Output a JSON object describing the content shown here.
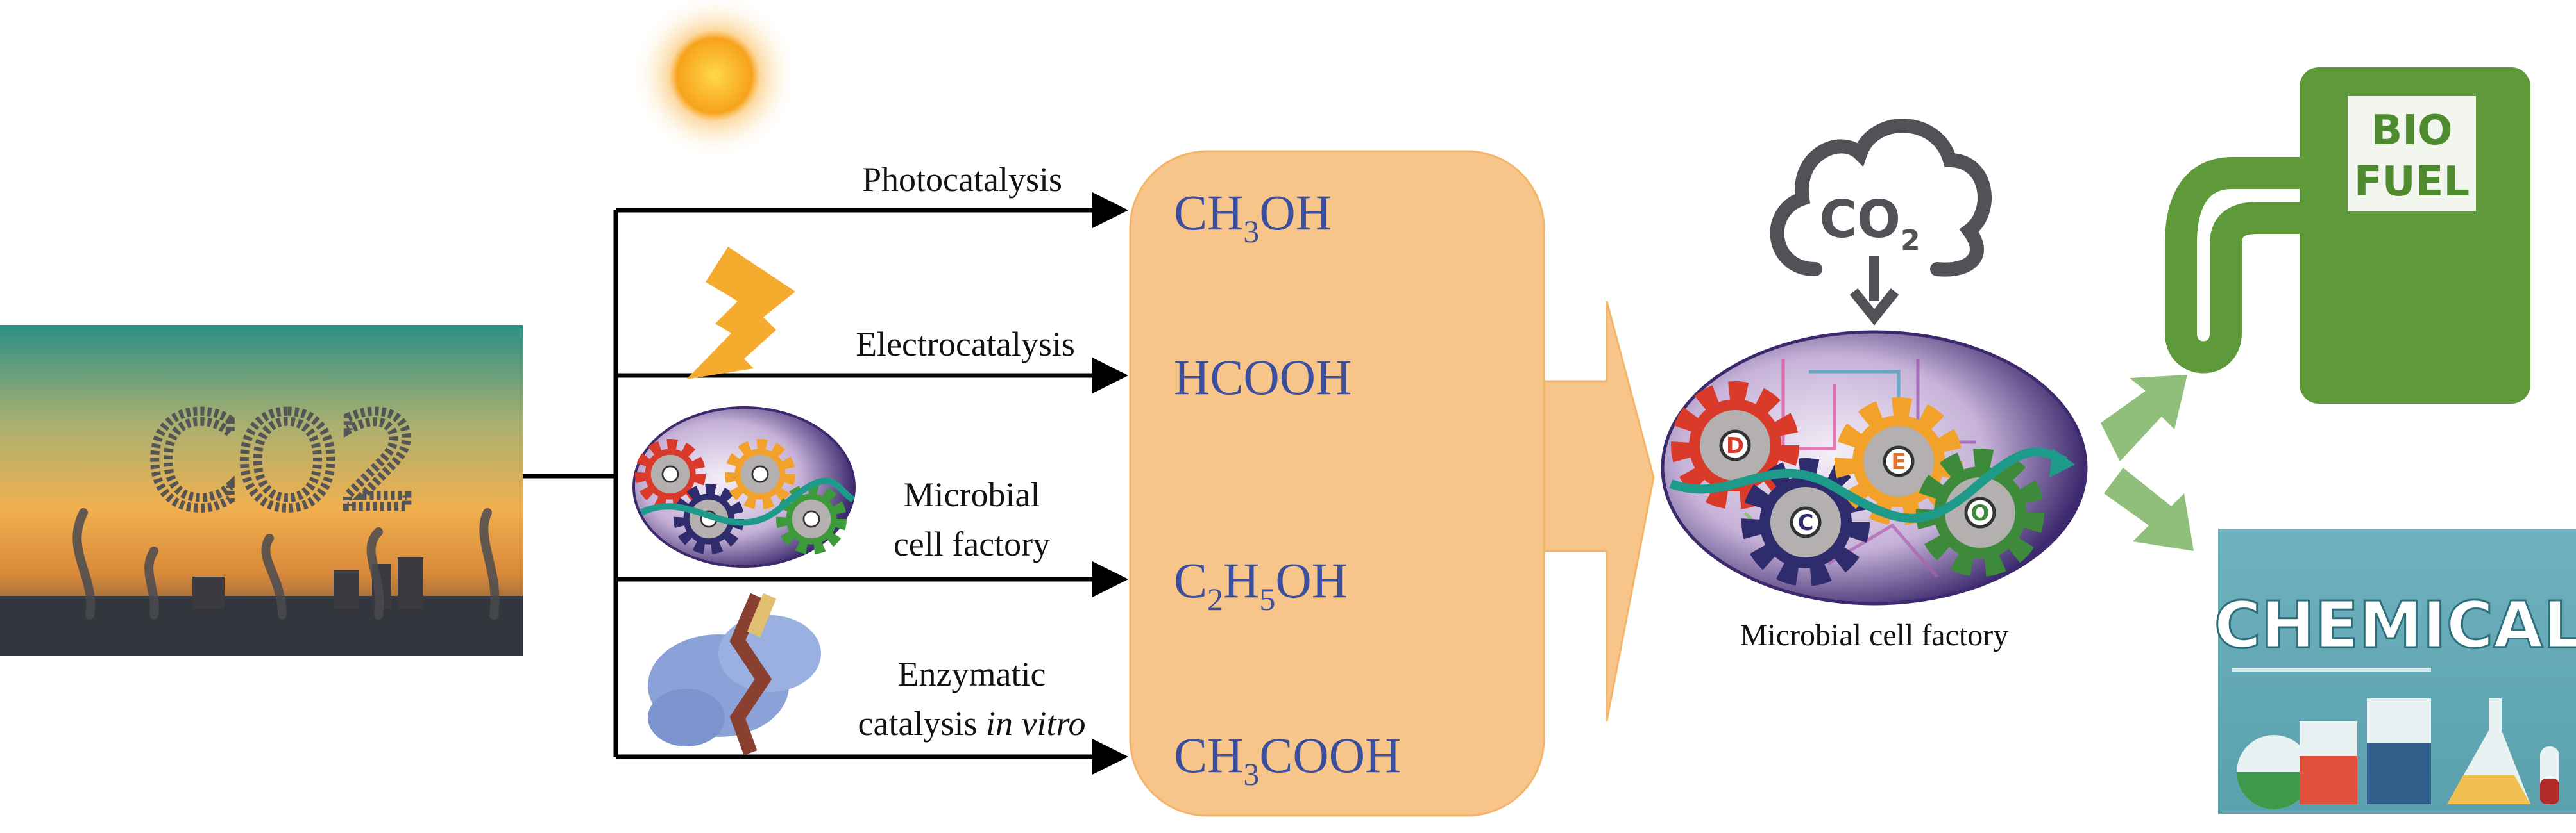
{
  "source_image": {
    "co2_text": "CO2"
  },
  "routes": [
    {
      "label": "Photocatalysis"
    },
    {
      "label": "Electrocatalysis"
    },
    {
      "label_line1": "Microbial",
      "label_line2": "cell factory"
    },
    {
      "label_line1": "Enzymatic",
      "label_line2": "catalysis ",
      "label_italic": "in vitro"
    }
  ],
  "products": [
    {
      "parts": [
        "CH",
        "3",
        "OH"
      ]
    },
    {
      "parts": [
        "HCOOH"
      ]
    },
    {
      "parts": [
        "C",
        "2",
        "H",
        "5",
        "OH"
      ]
    },
    {
      "parts": [
        "CH",
        "3",
        "COOH"
      ]
    }
  ],
  "cell_factory": {
    "caption": "Microbial cell factory",
    "cloud_text": "CO",
    "cloud_sub": "2",
    "gears": [
      "D",
      "E",
      "C",
      "O"
    ]
  },
  "outputs": {
    "biofuel_line1": "BIO",
    "biofuel_line2": "FUEL",
    "chemical": "CHEMICAL"
  },
  "colors": {
    "product_text": "#3c4f9e",
    "product_box": "#f7c58a",
    "green_arrow": "#8fbf7a",
    "arrow_line": "#000000"
  }
}
